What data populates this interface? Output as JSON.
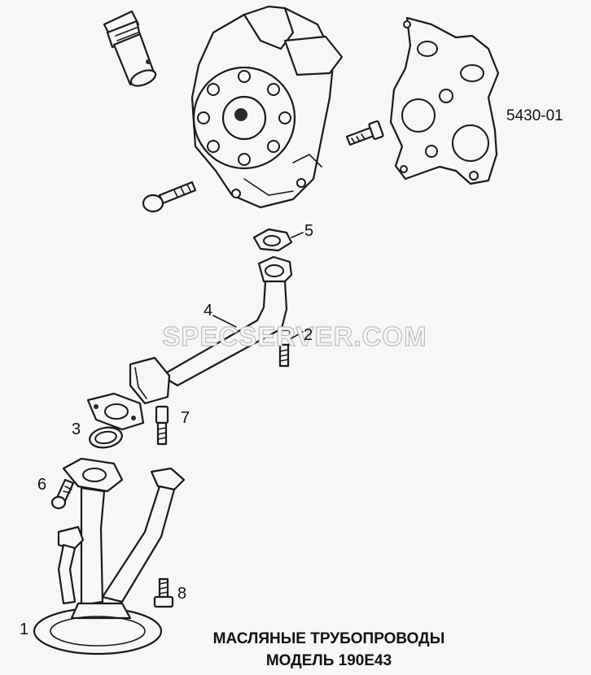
{
  "figure_code": "5430-01",
  "watermark": "SPECSERVER.COM",
  "caption": {
    "line1": "МАСЛЯНЫЕ ТРУБОПРОВОДЫ",
    "line2": "МОДЕЛЬ 190Е43"
  },
  "callouts": [
    "1",
    "2",
    "3",
    "4",
    "5",
    "6",
    "7",
    "8"
  ]
}
